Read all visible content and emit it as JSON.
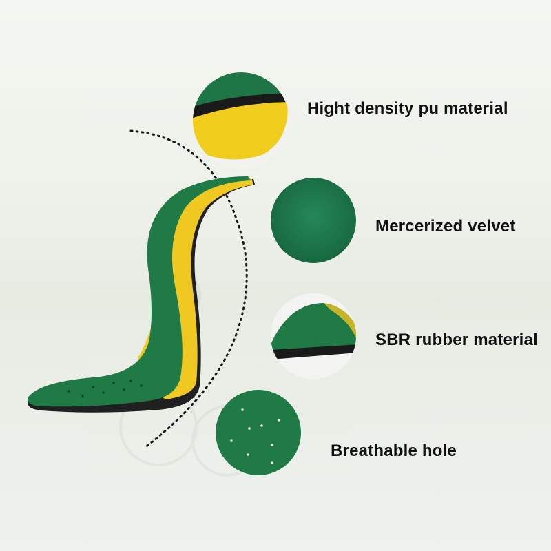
{
  "labels": [
    "Hight density pu material",
    "Mercerized velvet",
    "SBR rubber material",
    "Breathable hole"
  ],
  "colors": {
    "green": "#1f7a45",
    "yellow": "#f1cf1f",
    "rubber": "#222222"
  }
}
